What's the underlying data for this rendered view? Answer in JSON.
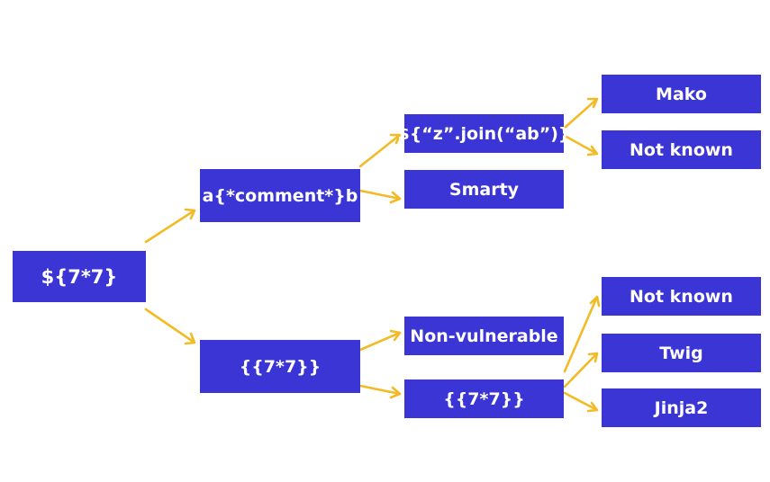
{
  "colors": {
    "node_fill": "#3b35d6",
    "node_text": "#ffffff",
    "arrow": "#f2bb25",
    "background": "#ffffff"
  },
  "nodes": {
    "root": "${7*7}",
    "comment": "a{*comment*}b",
    "double_brace_1": "{{7*7}}",
    "join": "${“z”.join(“ab”)}",
    "smarty": "Smarty",
    "non_vulnerable": "Non-vulnerable",
    "double_brace_2": "{{7*7}}",
    "mako": "Mako",
    "not_known_1": "Not known",
    "not_known_2": "Not known",
    "twig": "Twig",
    "jinja2": "Jinja2"
  },
  "edges": [
    [
      "root",
      "comment"
    ],
    [
      "root",
      "double_brace_1"
    ],
    [
      "comment",
      "join"
    ],
    [
      "comment",
      "smarty"
    ],
    [
      "double_brace_1",
      "non_vulnerable"
    ],
    [
      "double_brace_1",
      "double_brace_2"
    ],
    [
      "join",
      "mako"
    ],
    [
      "join",
      "not_known_1"
    ],
    [
      "double_brace_2",
      "not_known_2"
    ],
    [
      "double_brace_2",
      "twig"
    ],
    [
      "double_brace_2",
      "jinja2"
    ]
  ]
}
